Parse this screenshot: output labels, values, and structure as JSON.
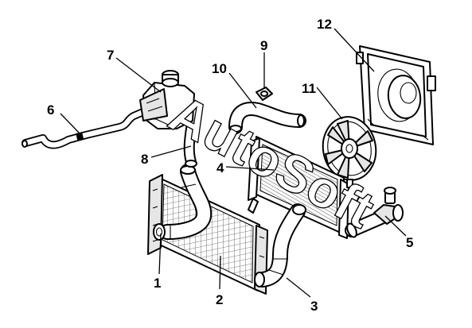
{
  "callouts": [
    {
      "id": "1",
      "label": "1"
    },
    {
      "id": "2",
      "label": "2"
    },
    {
      "id": "3",
      "label": "3"
    },
    {
      "id": "4",
      "label": "4"
    },
    {
      "id": "5",
      "label": "5"
    },
    {
      "id": "6",
      "label": "6"
    },
    {
      "id": "7",
      "label": "7"
    },
    {
      "id": "8",
      "label": "8"
    },
    {
      "id": "9",
      "label": "9"
    },
    {
      "id": "10",
      "label": "10"
    },
    {
      "id": "11",
      "label": "11"
    },
    {
      "id": "12",
      "label": "12"
    }
  ],
  "watermark": "AutoSoft"
}
